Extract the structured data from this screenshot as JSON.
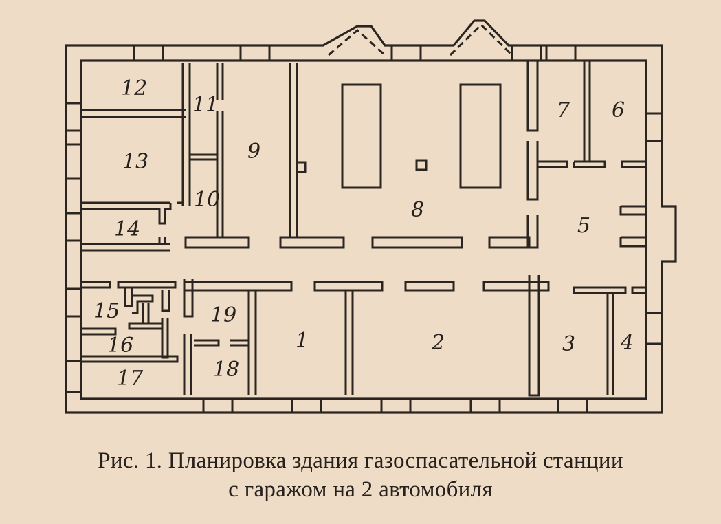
{
  "caption": {
    "line1": "Рис. 1. Планировка здания газоспасательной станции",
    "line2": "с гаражом на 2 автомобиля"
  },
  "rooms": [
    "1",
    "2",
    "3",
    "4",
    "5",
    "6",
    "7",
    "8",
    "9",
    "10",
    "11",
    "12",
    "13",
    "14",
    "15",
    "16",
    "17",
    "18",
    "19"
  ]
}
